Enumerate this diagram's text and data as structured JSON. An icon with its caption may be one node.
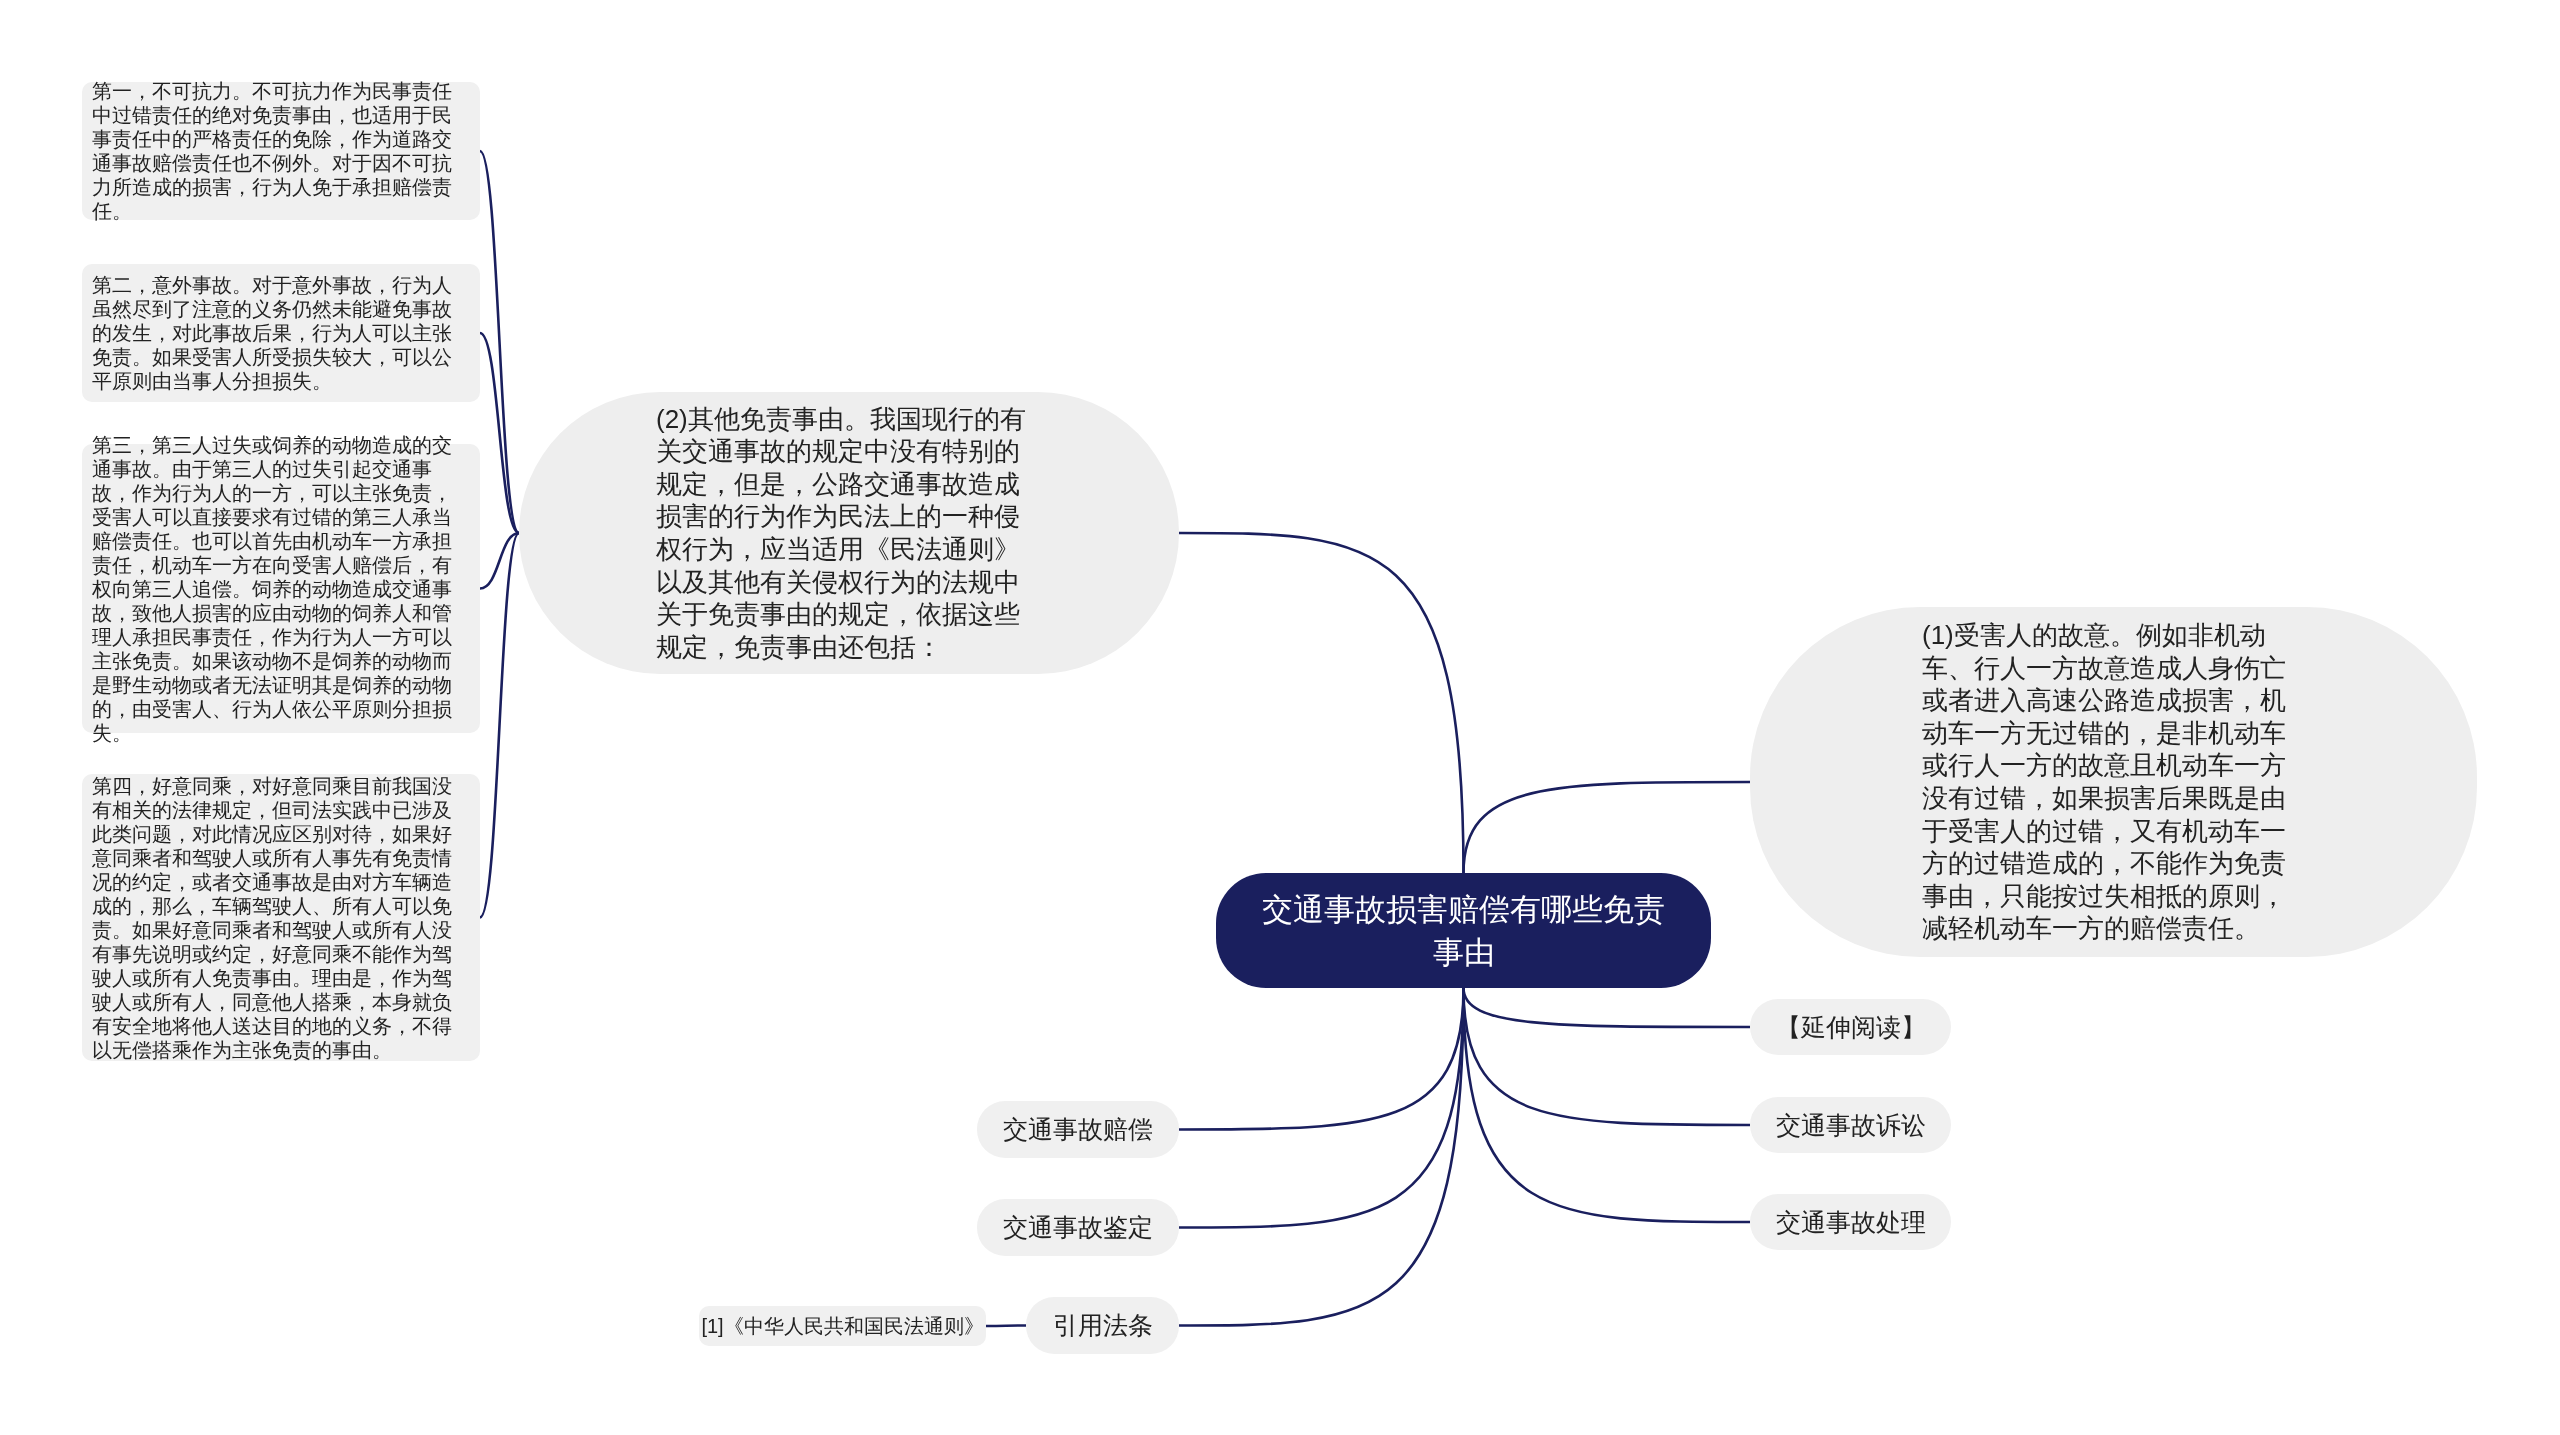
{
  "diagram": {
    "nodes": [
      {
        "text": [
          "交通事故损害赔偿有哪些免责事由"
        ]
      },
      {
        "text": [
          "(2)其他免责事由。我国现行的有关交通事故的规定中没有特别的规定，但是，公路交通事故造成损害的行为作为民法上的一种侵权行为，应当适用《民法通则》以及其他有关侵权行为的法规中关于免责事由的规定，依据这些规定，免责事由还包括："
        ]
      },
      {
        "text": [
          "第一，不可抗力。不可抗力作为民事责任中过错责任的绝对免责事由，也适用于民事责任中的严格责任的免除，作为道路交通事故赔偿责任也不例外。对于因不可抗力所造成的损害，行为人免于承担赔偿责任。"
        ]
      },
      {
        "text": [
          "第二，意外事故。对于意外事故，行为人虽然尽到了注意的义务仍然未能避免事故的发生，对此事故后果，行为人可以主张免责。如果受害人所受损失较大，可以公平原则由当事人分担损失。"
        ]
      },
      {
        "text": [
          "第三，第三人过失或饲养的动物造成的交通事故。由于第三人的过失引起交通事故，作为行为人的一方，可以主张免责，受害人可以直接要求有过错的第三人承当赔偿责任。也可以首先由机动车一方承担责任，机动车一方在向受害人赔偿后，有权向第三人追偿。饲养的动物造成交通事故，致他人损害的应由动物的饲养人和管理人承担民事责任，作为行为人一方可以主张免责。如果该动物不是饲养的动物而是野生动物或者无法证明其是饲养的动物的，由受害人、行为人依公平原则分担损失。"
        ]
      },
      {
        "text": [
          "第四，好意同乘，对好意同乘目前我国没有相关的法律规定，但司法实践中已涉及此类问题，对此情况应区别对待，如果好意同乘者和驾驶人或所有人事先有免责情况的约定，或者交通事故是由对方车辆造成的，那么，车辆驾驶人、所有人可以免责。如果好意同乘者和驾驶人或所有人没有事先说明或约定，好意同乘不能作为驾驶人或所有人免责事由。理由是，作为驾驶人或所有人，同意他人搭乘，本身就负有安全地将他人送达目的地的义务，不得以无偿搭乘作为主张免责的事由。"
        ]
      },
      {
        "text": [
          "(1)受害人的故意。例如非机动车、行人一方故意造成人身伤亡或者进入高速公路造成损害，机动车一方无过错的，是非机动车或行人一方的故意且机动车一方没有过错，如果损害后果既是由于受害人的过错，又有机动车一方的过错造成的，不能作为免责事由，只能按过失相抵的原则，减轻机动车一方的赔偿责任。"
        ]
      },
      {
        "text": [
          "【延伸阅读】"
        ]
      },
      {
        "text": [
          "交通事故诉讼"
        ]
      },
      {
        "text": [
          "交通事故处理"
        ]
      },
      {
        "text": [
          "交通事故赔偿"
        ]
      },
      {
        "text": [
          "交通事故鉴定"
        ]
      },
      {
        "text": [
          "引用法条"
        ]
      },
      {
        "text": [
          "[1]《中华人民共和国民法通则》"
        ]
      }
    ],
    "edges": [
      {
        "from": 0,
        "to": 1,
        "arrow": "none"
      },
      {
        "from": 1,
        "to": 2,
        "arrow": "none"
      },
      {
        "from": 1,
        "to": 3,
        "arrow": "none"
      },
      {
        "from": 1,
        "to": 4,
        "arrow": "none"
      },
      {
        "from": 1,
        "to": 5,
        "arrow": "none"
      },
      {
        "from": 0,
        "to": 6,
        "arrow": "none"
      },
      {
        "from": 0,
        "to": 7,
        "arrow": "none"
      },
      {
        "from": 0,
        "to": 8,
        "arrow": "none"
      },
      {
        "from": 0,
        "to": 9,
        "arrow": "none"
      },
      {
        "from": 0,
        "to": 10,
        "arrow": "none"
      },
      {
        "from": 0,
        "to": 11,
        "arrow": "none"
      },
      {
        "from": 0,
        "to": 12,
        "arrow": "none"
      },
      {
        "from": 12,
        "to": 13,
        "arrow": "none"
      }
    ]
  }
}
